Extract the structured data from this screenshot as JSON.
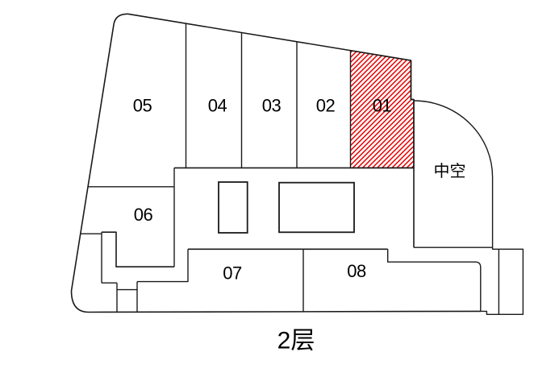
{
  "floor_plan": {
    "floor_label": "2层",
    "void_label": "中空",
    "selected_unit": "01",
    "highlight_color": "#e60000",
    "line_color": "#1a1a1a",
    "background_color": "#ffffff",
    "units": [
      {
        "id": "01",
        "label": "01",
        "highlighted": true
      },
      {
        "id": "02",
        "label": "02",
        "highlighted": false
      },
      {
        "id": "03",
        "label": "03",
        "highlighted": false
      },
      {
        "id": "04",
        "label": "04",
        "highlighted": false
      },
      {
        "id": "05",
        "label": "05",
        "highlighted": false
      },
      {
        "id": "06",
        "label": "06",
        "highlighted": false
      },
      {
        "id": "07",
        "label": "07",
        "highlighted": false
      },
      {
        "id": "08",
        "label": "08",
        "highlighted": false
      }
    ]
  }
}
